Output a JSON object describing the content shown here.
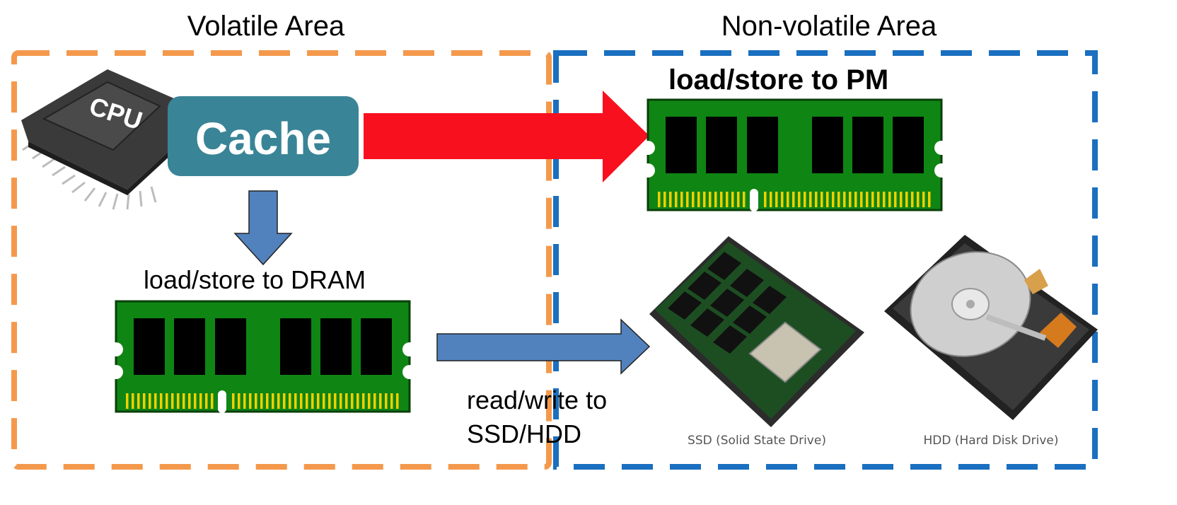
{
  "volatile": {
    "title": "Volatile Area",
    "color": "#f4994c"
  },
  "nonvolatile": {
    "title": "Non-volatile Area",
    "color": "#1a6fc0"
  },
  "cpu": {
    "chip_label": "CPU"
  },
  "cache": {
    "label": "Cache",
    "color": "#3a8497"
  },
  "pm": {
    "label": "load/store to PM",
    "arrow_color": "#f8101f"
  },
  "dram": {
    "label": "load/store to DRAM",
    "arrow_color": "#5282be"
  },
  "storage": {
    "arrow_label_line1": "read/write to",
    "arrow_label_line2": "SSD/HDD"
  },
  "ssd": {
    "caption": "SSD (Solid State Drive)"
  },
  "hdd": {
    "caption": "HDD (Hard Disk Drive)"
  },
  "ram_colors": {
    "board": "#0f8514",
    "chip": "#000000",
    "pins": "#f0d000"
  }
}
